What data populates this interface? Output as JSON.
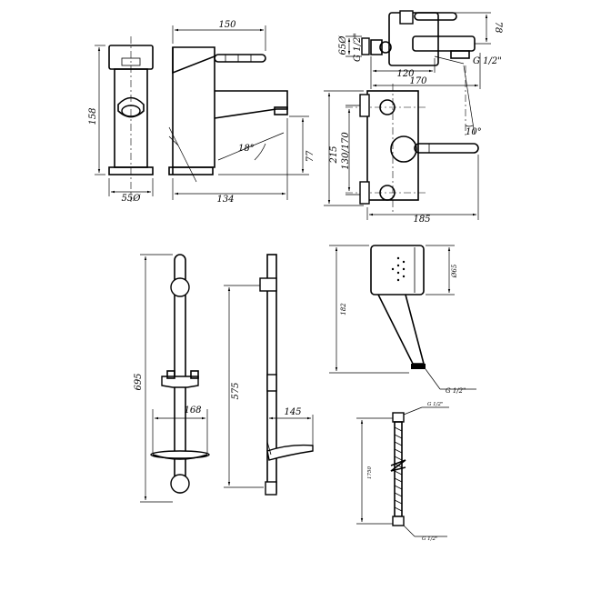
{
  "faucet_front": {
    "height_label": "158",
    "width_label": "55Ø"
  },
  "faucet_side": {
    "width_label": "150",
    "base_label": "134",
    "spout_height_label": "77",
    "angle_label": "18°"
  },
  "bath_mixer_top": {
    "diameter_label": "65Ø",
    "thread_left_label": "G 1/2\"",
    "thread_right_label": "G 1/2\"",
    "depth_label": "78",
    "spout_label": "120",
    "overall_label": "170",
    "angle_label": "10°"
  },
  "bath_mixer_front": {
    "height_label": "215",
    "centers_label": "130/170",
    "width_label": "185"
  },
  "rail_front": {
    "height_label": "695",
    "soap_width_label": "168"
  },
  "rail_side": {
    "height_label": "575",
    "soap_depth_label": "145"
  },
  "hand_shower": {
    "length_label": "182",
    "head_diameter_label": "Ø65",
    "thread_label": "G 1/2\""
  },
  "hose": {
    "top_thread_label": "G 1/2\"",
    "length_label": "1750",
    "bottom_thread_label": "G 1/2\""
  }
}
